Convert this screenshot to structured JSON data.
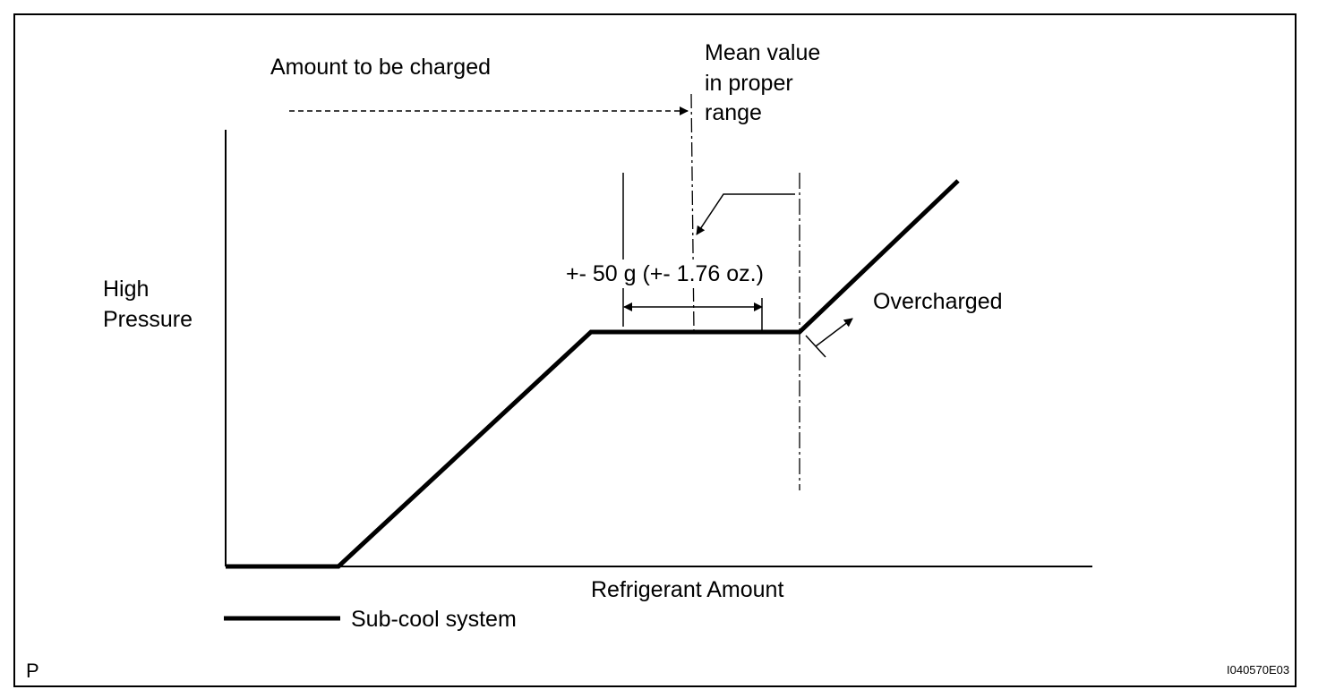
{
  "labels": {
    "amount_to_be_charged": "Amount to be charged",
    "mean_value": [
      "Mean value",
      "in proper",
      "range"
    ],
    "tolerance": "+- 50 g (+- 1.76 oz.)",
    "y_axis": [
      "High",
      "Pressure"
    ],
    "overcharged": "Overcharged",
    "x_axis": "Refrigerant Amount",
    "legend_sub_cool": "Sub-cool system",
    "corner_p": "P",
    "figure_code": "I040570E03"
  }
}
